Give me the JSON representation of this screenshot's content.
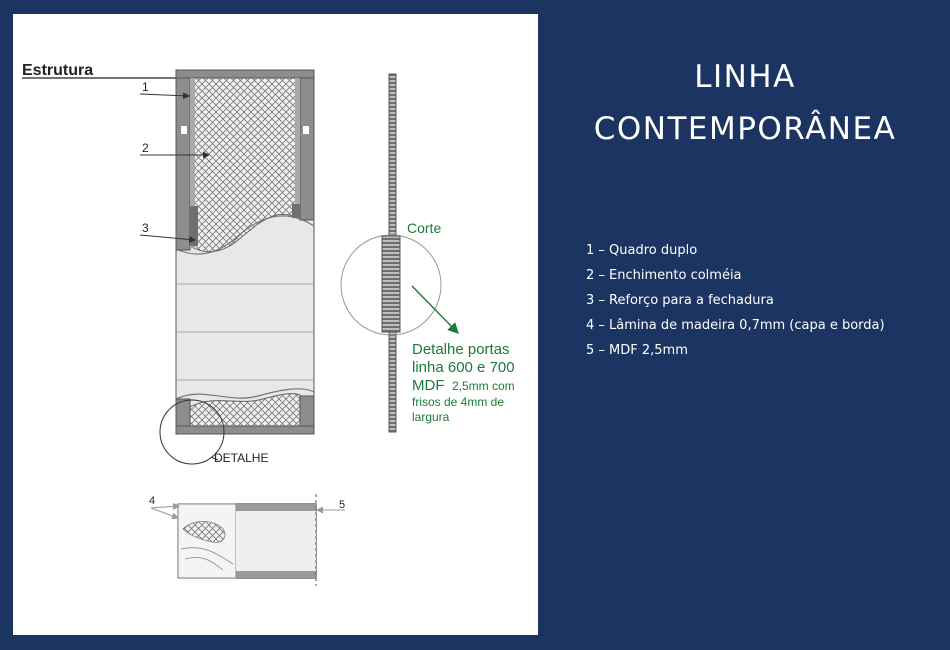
{
  "colors": {
    "background": "#1b3461",
    "panel": "#ffffff",
    "accent_green": "#1a7a3c",
    "frame_gray": "#8d8d8d",
    "fill_gray": "#e6e6e6"
  },
  "title": {
    "line1": "LINHA",
    "line2": "CONTEMPORÂNEA"
  },
  "legend": [
    "1 – Quadro duplo",
    "2 – Enchimento colméia",
    "3 – Reforço para a fechadura",
    "4 – Lâmina de madeira 0,7mm (capa e borda)",
    "5 – MDF 2,5mm"
  ],
  "diagram": {
    "structure_label": "Estrutura",
    "callout_1": "1",
    "callout_2": "2",
    "callout_3": "3",
    "callout_4": "4",
    "callout_5": "5",
    "detail_label": "DETALHE",
    "corte_label": "Corte",
    "detail_title_1": "Detalhe portas",
    "detail_title_2": "linha 600 e 700",
    "detail_mdf": "MDF",
    "detail_spec_1": "2,5mm com",
    "detail_spec_2": "frisos de 4mm de",
    "detail_spec_3": "largura"
  }
}
